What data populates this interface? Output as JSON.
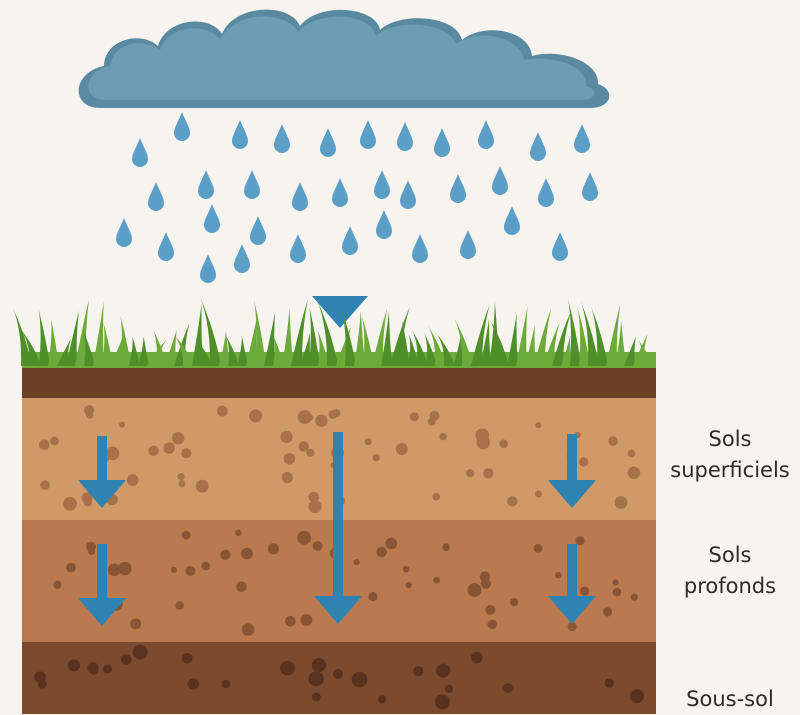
{
  "colors": {
    "background": "#f7f3ef",
    "cloud": "#6e9db3",
    "cloud_shadow": "#5a8aa2",
    "raindrop": "#5b9fc7",
    "arrow": "#2f83b3",
    "grass": "#6cab3a",
    "grass_dark": "#4f8f2a",
    "topsoil": "#6b4026",
    "layer_superficial": "#cf9a68",
    "layer_deep": "#b87a4e",
    "layer_subsoil": "#7c4a2d"
  },
  "labels": {
    "superficial_line1": "Sols",
    "superficial_line2": "superficiels",
    "deep_line1": "Sols",
    "deep_line2": "profonds",
    "subsoil": "Sous-sol"
  },
  "icons": [
    "rain-cloud-icon",
    "raindrop-icon",
    "grass-icon",
    "down-arrow-icon",
    "inlet-triangle-icon"
  ]
}
